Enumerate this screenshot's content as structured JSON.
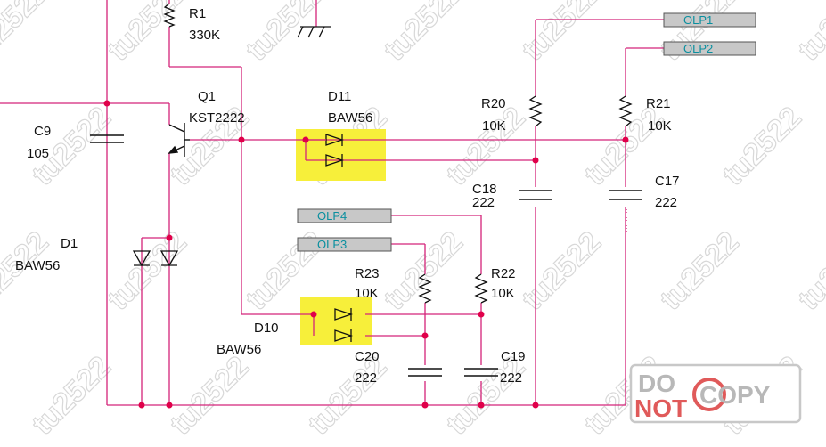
{
  "colors": {
    "wire": "#d4247a",
    "junction": "#e0004a",
    "component": "#111111",
    "highlight": "#f7ef3a",
    "net_label_fill": "#c8c8c8",
    "net_label_text": "#0a8f9f",
    "watermark": "#d8d8d8",
    "stamp_text": "#b8b8b8",
    "stamp_accent": "#e05a5a"
  },
  "components": {
    "r1": {
      "ref": "R1",
      "value": "330K"
    },
    "q1": {
      "ref": "Q1",
      "value": "KST2222"
    },
    "d11": {
      "ref": "D11",
      "value": "BAW56"
    },
    "c9": {
      "ref": "C9",
      "value": "105"
    },
    "d1": {
      "ref": "D1",
      "value": "BAW56"
    },
    "r20": {
      "ref": "R20",
      "value": "10K"
    },
    "r21": {
      "ref": "R21",
      "value": "10K"
    },
    "c18": {
      "ref": "C18",
      "value": "222"
    },
    "c17": {
      "ref": "C17",
      "value": "222"
    },
    "r23": {
      "ref": "R23",
      "value": "10K"
    },
    "r22": {
      "ref": "R22",
      "value": "10K"
    },
    "d10": {
      "ref": "D10",
      "value": "BAW56"
    },
    "c20": {
      "ref": "C20",
      "value": "222"
    },
    "c19": {
      "ref": "C19",
      "value": "222"
    }
  },
  "net_labels": {
    "olp1": "OLP1",
    "olp2": "OLP2",
    "olp4": "OLP4",
    "olp3": "OLP3"
  },
  "watermark": {
    "text": "tu2522"
  },
  "stamp": {
    "line1": "DO",
    "line2": "NOT",
    "copy": "COPY"
  }
}
